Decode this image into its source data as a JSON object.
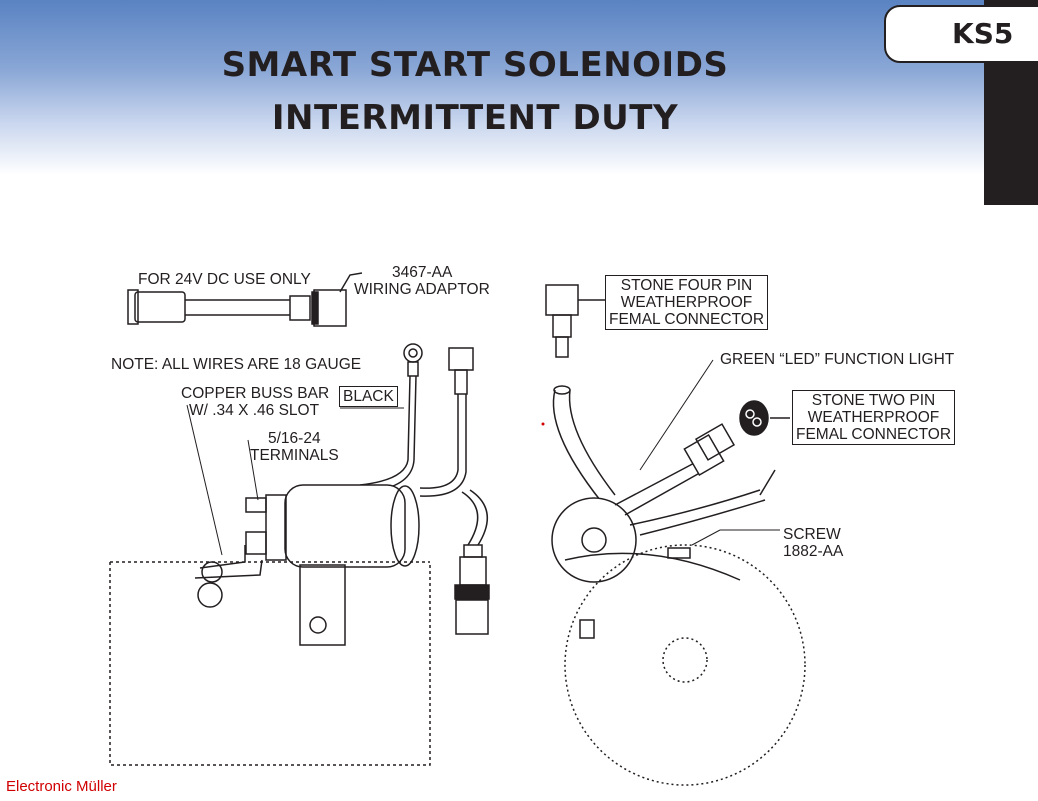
{
  "header": {
    "title_line1": "SMART START SOLENOIDS",
    "title_line2": "INTERMITTENT DUTY",
    "badge": "KS5"
  },
  "labels": {
    "voltage_note": "FOR 24V DC USE ONLY",
    "adaptor_part": "3467-AA",
    "adaptor_name": "WIRING ADAPTOR",
    "gauge_note": "NOTE: ALL WIRES ARE 18 GAUGE",
    "buss_bar_line1": "COPPER BUSS BAR",
    "buss_bar_line2": "W/ .34 X .46 SLOT",
    "black_wire": "BLACK",
    "terminals_line1": "5/16-24",
    "terminals_line2": "TERMINALS",
    "four_pin_line1": "STONE FOUR PIN",
    "four_pin_line2": "WEATHERPROOF",
    "four_pin_line3": "FEMAL CONNECTOR",
    "led_light": "GREEN “LED” FUNCTION LIGHT",
    "two_pin_line1": "STONE TWO PIN",
    "two_pin_line2": "WEATHERPROOF",
    "two_pin_line3": "FEMAL CONNECTOR",
    "screw_line1": "SCREW",
    "screw_line2": "1882-AA"
  },
  "footer": {
    "credit": "Electronic Müller"
  },
  "colors": {
    "header_blue": "#5a83c2",
    "ink": "#231f20",
    "credit_red": "#d00000"
  }
}
